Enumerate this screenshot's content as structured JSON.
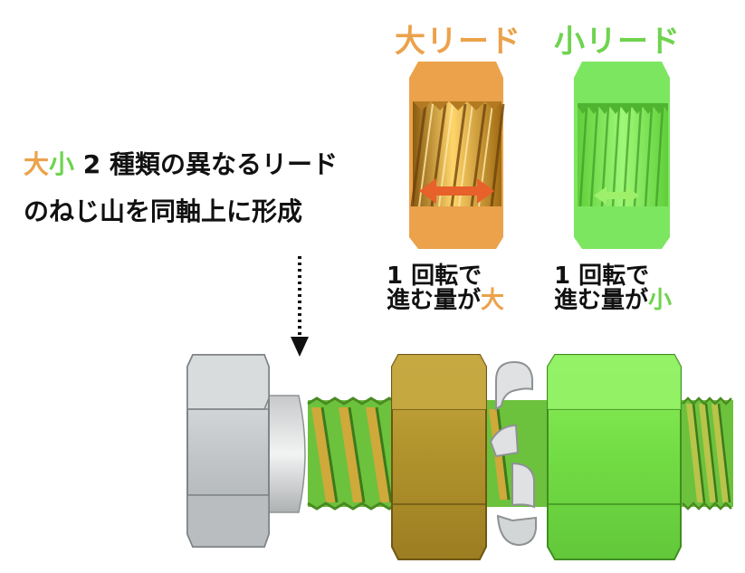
{
  "colors": {
    "large_lead": "#EBA24B",
    "small_lead": "#6FD34F",
    "arrow": "#E8602A",
    "bolt": "#C8CBCC",
    "brass_nut": "#B79A33",
    "green_nut": "#7DE04A"
  },
  "labels": {
    "large_lead_title": "大リード",
    "small_lead_title": "小リード",
    "desc_large": "大",
    "desc_small": "小",
    "desc_rest_line1": " 2 種類の異なるリード",
    "desc_line2": "のねじ山を同軸上に形成",
    "caption_large_line1": "1 回転で",
    "caption_large_line2_prefix": "進む量が",
    "caption_large_line2_suffix": "大",
    "caption_small_line1": "1 回転で",
    "caption_small_line2_prefix": "進む量が",
    "caption_small_line2_suffix": "小"
  },
  "icons": [
    "dotted-down-arrow-icon",
    "double-headed-arrow-icon"
  ]
}
